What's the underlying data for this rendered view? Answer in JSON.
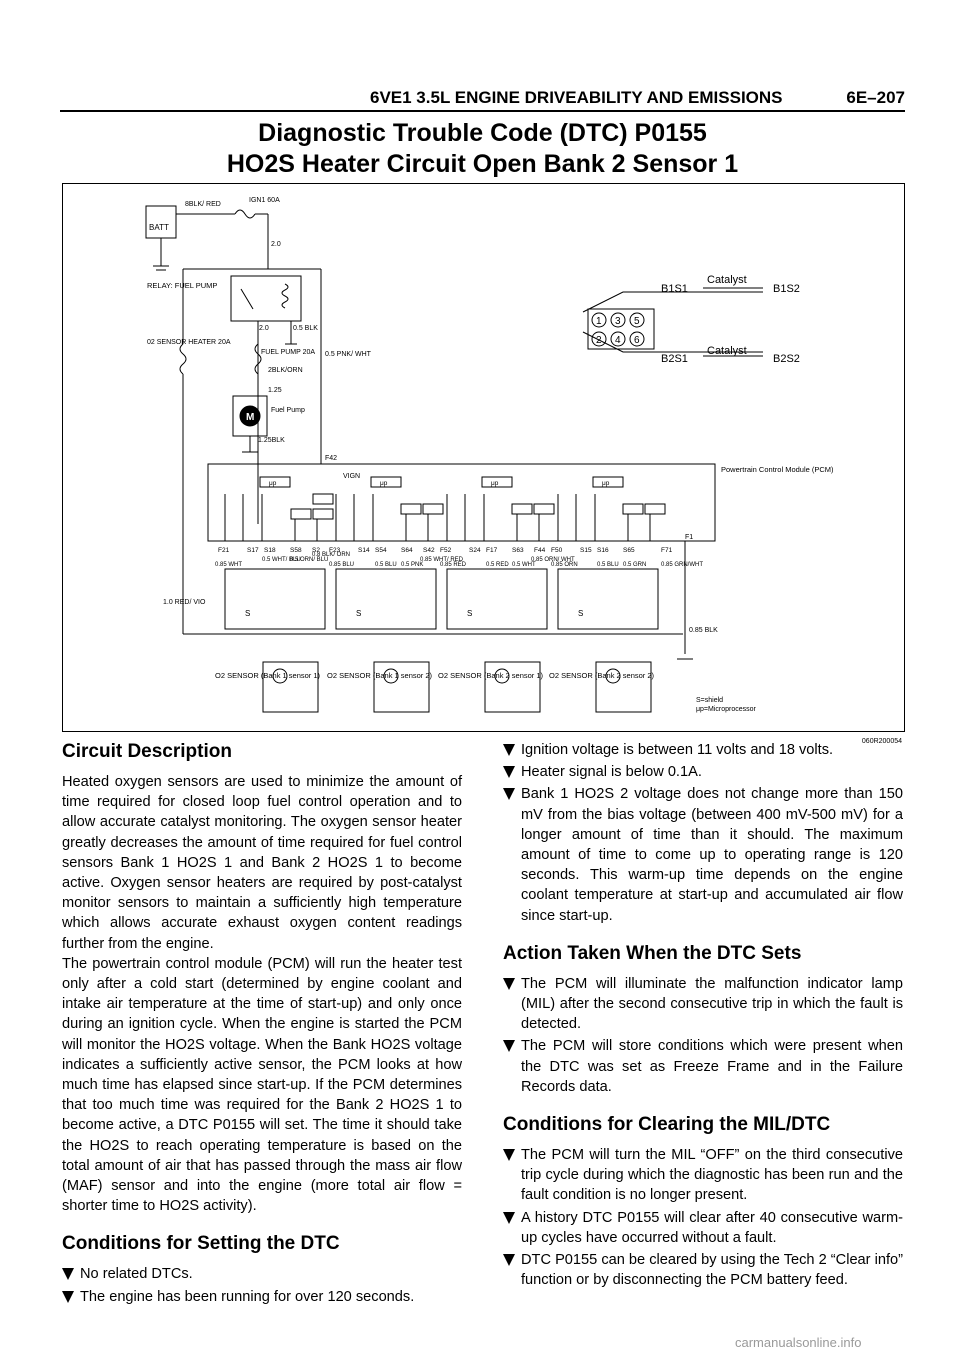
{
  "header": {
    "section": "6VE1 3.5L ENGINE DRIVEABILITY AND EMISSIONS",
    "page": "6E–207"
  },
  "title": {
    "line1": "Diagnostic Trouble Code (DTC) P0155",
    "line2": "HO2S Heater Circuit Open Bank 2 Sensor 1"
  },
  "diagram": {
    "ref": "060R200054",
    "batt": "BATT",
    "batt_wire": "8BLK/ RED",
    "ign": "IGN1 60A",
    "w2_0": "2.0",
    "relay": "RELAY: FUEL PUMP",
    "relay_w1": "2.0",
    "relay_w2": "0.5 BLK",
    "o2_heater": "02 SENSOR HEATER 20A",
    "fuel_pump_fuse": "FUEL PUMP 20A",
    "fp_wire": "2BLK/ORN",
    "pnk": "0.5 PNK/ WHT",
    "w1_25": "1.25",
    "motor": "M",
    "fuel_pump": "Fuel Pump",
    "w125blk": "1.25BLK",
    "f42": "F42",
    "vign": "VIGN",
    "mup": "μp",
    "pcm": "Powertrain Control Module (PCM)",
    "f1": "F1",
    "catalyst": "Catalyst",
    "b1s1": "B1S1",
    "b1s2": "B1S2",
    "b2s1": "B2S1",
    "b2s2": "B2S2",
    "cyl": [
      "1",
      "3",
      "5",
      "2",
      "4",
      "6"
    ],
    "pins": [
      "F21",
      "S17",
      "S18",
      "S58",
      "S2",
      "F23",
      "S14",
      "S54",
      "S64",
      "S42",
      "F52",
      "S24",
      "F17",
      "S63",
      "F44",
      "F50",
      "S15",
      "S16",
      "S65",
      "F71"
    ],
    "wires": [
      "0.85 WHT",
      "0.5 WHT/ BLU",
      "0.5 ORN/ BLU",
      "0.8 BLK/ ORN",
      "0.85 BLU",
      "0.5 BLU",
      "0.5 PNK",
      "0.85 WHT/ RED",
      "0.85 RED",
      "0.5 RED",
      "0.5 WHT",
      "0.85 ORN/ WHT",
      "0.85 ORN",
      "0.5 BLU",
      "0.5 GRN",
      "0.85 GRN/WHT"
    ],
    "redvio": "1.0 RED/ VIO",
    "blk": "0.85 BLK",
    "s": "S",
    "sensors": [
      "O2 SENSOR (Bank 1 sensor 1)",
      "O2 SENSOR (Bank 1 sensor 2)",
      "O2 SENSOR (Bank 2 sensor 1)",
      "O2 SENSOR (Bank 2 sensor 2)"
    ],
    "legend1": "S=shield",
    "legend2": "μp=Microprocessor"
  },
  "circuit": {
    "heading": "Circuit Description",
    "p1": "Heated oxygen sensors are used to minimize the amount of time required for closed loop fuel control operation and to allow accurate catalyst monitoring. The oxygen sensor heater greatly decreases the amount of time required for fuel control sensors Bank 1 HO2S 1 and Bank 2 HO2S 1 to become active. Oxygen sensor heaters are required by post-catalyst monitor sensors to maintain a sufficiently high temperature which allows accurate exhaust oxygen content readings further from the engine.",
    "p2": "The powertrain control module (PCM) will run the heater test only after a cold start (determined by engine coolant and intake air temperature at the time of start-up) and only once during an ignition cycle. When the engine is started the PCM will monitor the HO2S voltage. When the Bank HO2S voltage indicates a sufficiently active sensor, the PCM looks at how much time has elapsed since start-up. If the PCM determines that too much time was required for the Bank 2 HO2S 1 to become active, a DTC P0155 will set. The time it should take the HO2S to reach operating temperature is based on the total amount of air that has passed through the mass air flow (MAF) sensor and into the engine (more total air flow = shorter time to HO2S activity)."
  },
  "setting": {
    "heading": "Conditions for Setting the DTC",
    "b1": "No related DTCs.",
    "b2": "The engine has been running for over 120 seconds.",
    "b3": "Ignition voltage is between 11 volts and 18 volts.",
    "b4": "Heater signal is below 0.1A.",
    "b5": "Bank 1 HO2S 2 voltage does not change more than 150 mV from the bias voltage (between 400 mV-500 mV) for a longer amount of time than it should. The maximum amount of time to come up to operating range is 120 seconds. This warm-up time depends on the engine coolant temperature at start-up and accumulated air flow since start-up."
  },
  "action": {
    "heading": "Action Taken When the DTC Sets",
    "b1": "The PCM will illuminate the malfunction indicator lamp (MIL) after the second consecutive trip in which the fault is detected.",
    "b2": "The PCM will store conditions which were present when the DTC was set as Freeze Frame and in the Failure Records data."
  },
  "clearing": {
    "heading": "Conditions for Clearing the MIL/DTC",
    "b1": "The PCM will turn the MIL “OFF” on the third consecutive trip cycle during which the diagnostic has been run and the fault condition is no longer present.",
    "b2": "A history DTC P0155 will clear after 40 consecutive warm-up cycles have occurred without a fault.",
    "b3": "DTC P0155 can be cleared by using the Tech 2 “Clear info” function or by disconnecting the PCM battery feed."
  },
  "footer": "carmanualsonline.info"
}
